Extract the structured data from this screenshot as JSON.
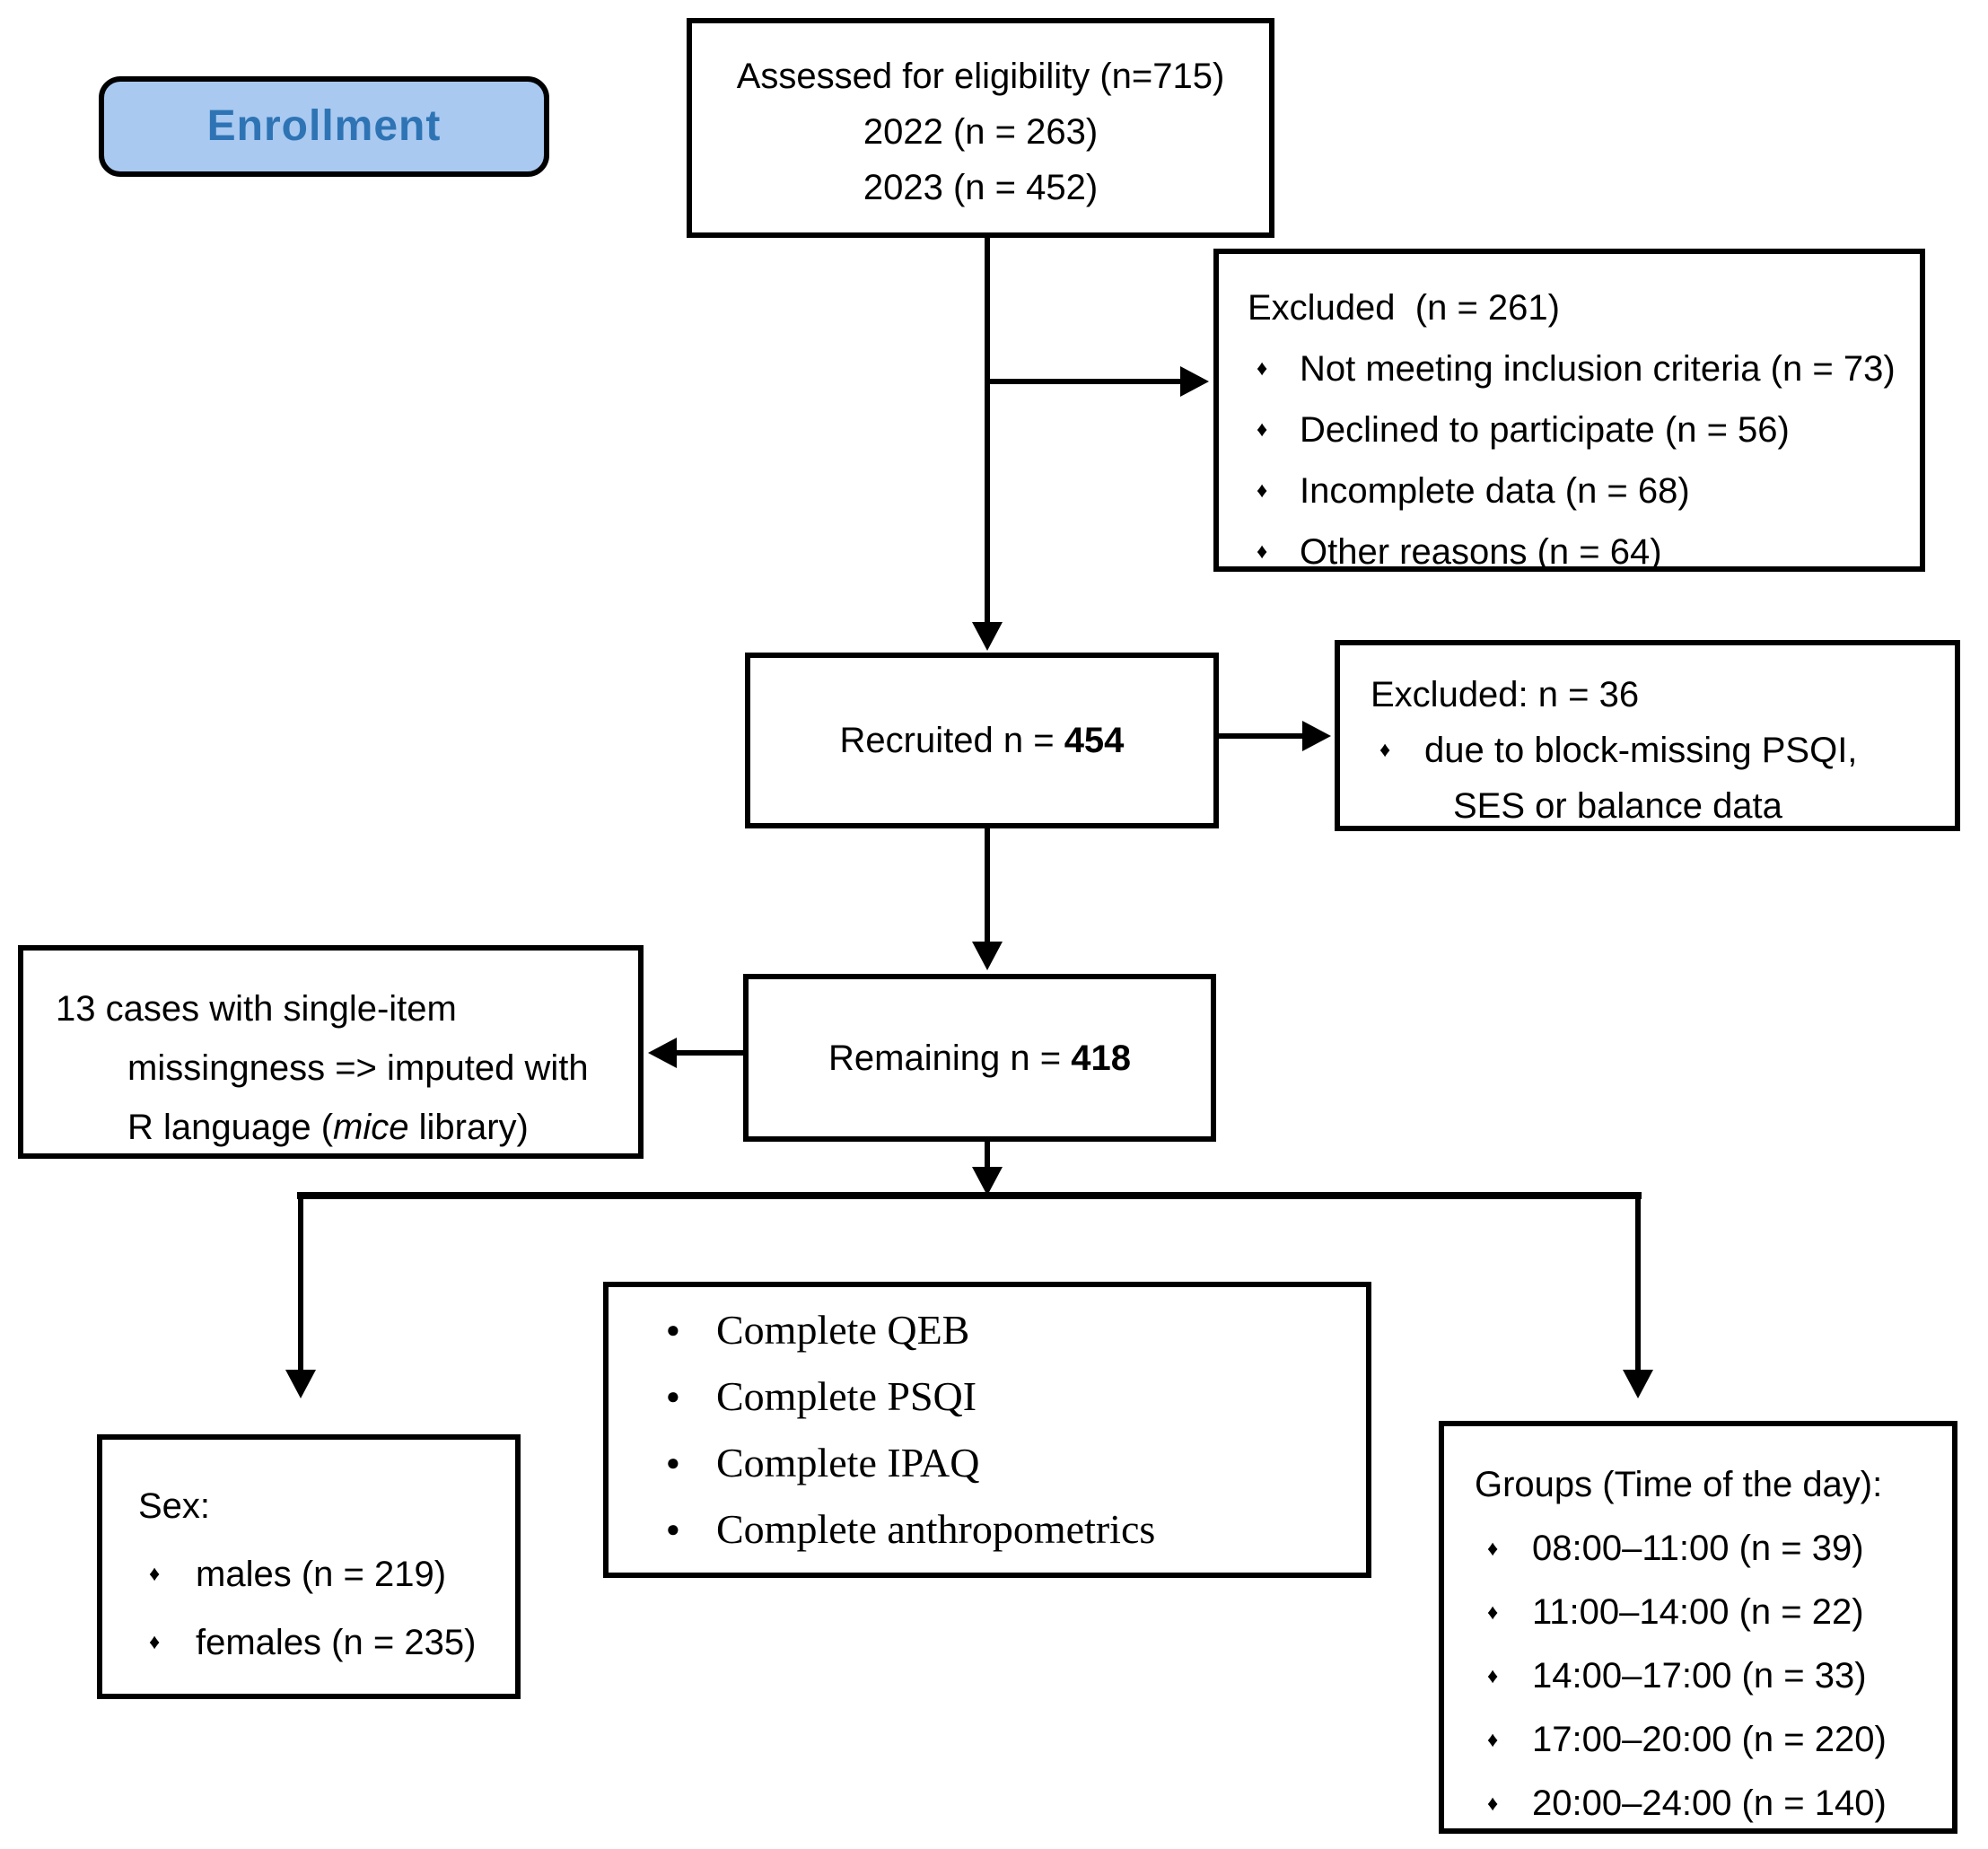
{
  "colors": {
    "background": "#FFFFFF",
    "box_border": "#000000",
    "line": "#000000",
    "enrollment_fill": "#A9C9F1",
    "enrollment_text": "#2E74B5"
  },
  "icons": {
    "diamond_bullet": "♦",
    "round_bullet": "●"
  },
  "diagram": {
    "enrollment_label": "Enrollment",
    "assessed": {
      "line1": "Assessed for eligibility (n=715)",
      "line2": "2022 (n = 263)",
      "line3": "2023 (n = 452)"
    },
    "excluded": {
      "title": "Excluded  (n = 261)",
      "items": [
        "Not meeting inclusion criteria (n = 73)",
        "Declined to participate (n = 56)",
        "Incomplete data (n = 68)",
        "Other reasons (n = 64)"
      ]
    },
    "recruited": {
      "prefix": "Recruited n = ",
      "value": "454"
    },
    "excluded_psqi": {
      "title": "Excluded: n = 36",
      "item_line1": "due to block-missing PSQI,",
      "item_line2": "SES or balance data"
    },
    "imputed": {
      "line1": "13 cases with single-item",
      "line2": "missingness => imputed with",
      "line3_prefix": "R language (",
      "line3_italic": "mice",
      "line3_suffix": " library)"
    },
    "remaining": {
      "prefix": "Remaining n = ",
      "value": "418"
    },
    "complete": {
      "items": [
        "Complete QEB",
        "Complete PSQI",
        "Complete IPAQ",
        "Complete anthropometrics"
      ]
    },
    "sex": {
      "title": "Sex:",
      "items": [
        "males (n = 219)",
        "females (n = 235)"
      ]
    },
    "groups": {
      "title": "Groups (Time of the day):",
      "items": [
        "08:00–11:00 (n = 39)",
        "11:00–14:00 (n = 22)",
        "14:00–17:00 (n = 33)",
        "17:00–20:00 (n = 220)",
        "20:00–24:00 (n = 140)"
      ]
    }
  }
}
